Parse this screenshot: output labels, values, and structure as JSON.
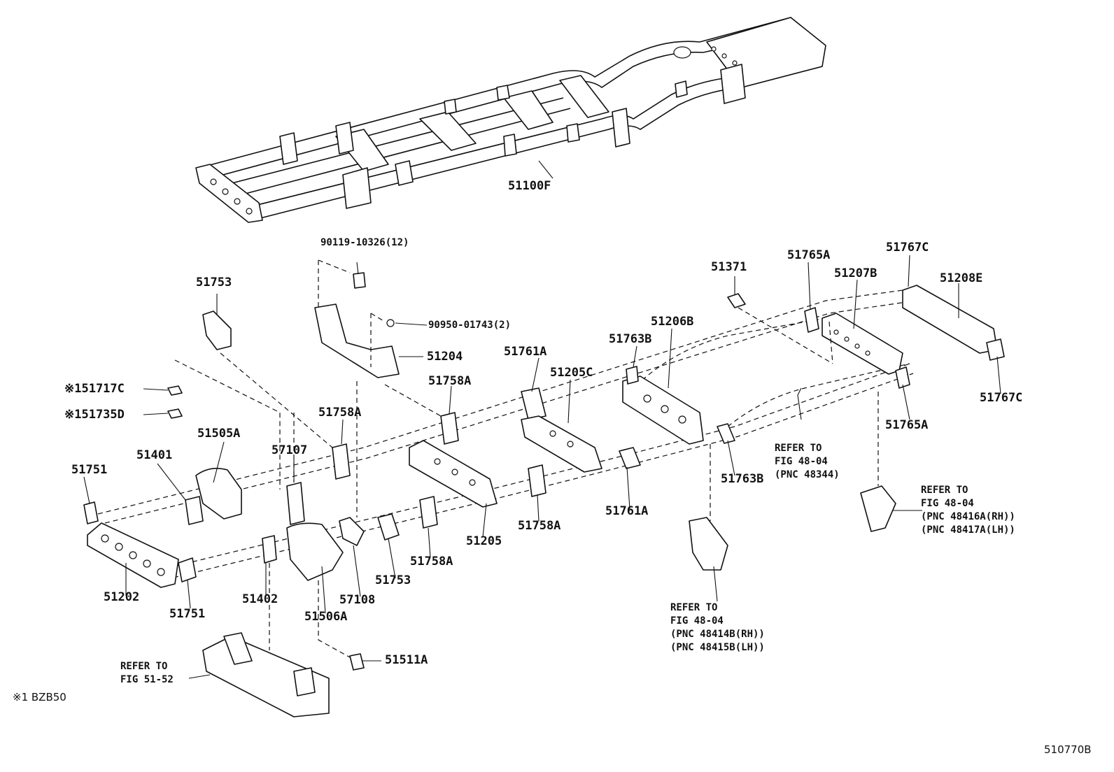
{
  "diagram_type": "exploded parts diagram",
  "labels": {
    "frame_assembly": "51100F",
    "bolt": "90119-10326(12)",
    "screw": "90950-01743(2)",
    "bracket_51204": "51204",
    "p51753_top": "51753",
    "p51753_bottom": "51753",
    "p51717c": "※151717C",
    "p51735d": "※151735D",
    "p51505a": "51505A",
    "p51401": "51401",
    "p51751_left": "51751",
    "p51751_bottom": "51751",
    "p51202": "51202",
    "p51402": "51402",
    "p57107": "57107",
    "p51506a": "51506A",
    "p57108": "57108",
    "p51758a_1": "51758A",
    "p51758a_2": "51758A",
    "p51758a_3": "51758A",
    "p51758a_4": "51758A",
    "p51205": "51205",
    "p51761a_top": "51761A",
    "p51761a_bottom": "51761A",
    "p51205c": "51205C",
    "p51763b_top": "51763B",
    "p51763b_bottom": "51763B",
    "p51206b": "51206B",
    "p51371": "51371",
    "p51765a_top": "51765A",
    "p51765a_bottom": "51765A",
    "p51207b": "51207B",
    "p51767c_top": "51767C",
    "p51767c_bottom": "51767C",
    "p51208e": "51208E",
    "p51511a": "51511A"
  },
  "references": {
    "ref_48344": [
      "REFER TO",
      "FIG 48-04",
      "(PNC 48344)"
    ],
    "ref_48416": [
      "REFER TO",
      "FIG 48-04",
      "(PNC 48416A(RH))",
      "(PNC 48417A(LH))"
    ],
    "ref_48414": [
      "REFER TO",
      "FIG 48-04",
      "(PNC 48414B(RH))",
      "(PNC 48415B(LH))"
    ],
    "ref_5152": [
      "REFER TO",
      "FIG 51-52"
    ]
  },
  "footer": {
    "note": "※1 BZB50",
    "figure_code": "510770B"
  },
  "colors": {
    "ink": "#111111",
    "background": "#ffffff"
  }
}
